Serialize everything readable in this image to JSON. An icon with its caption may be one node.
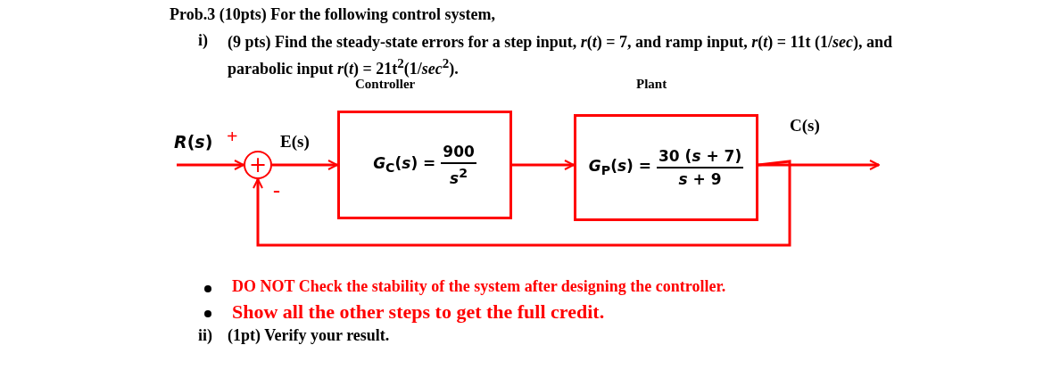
{
  "diagram": {
    "nodes": [
      {
        "text": [
          "+"
        ]
      },
      {
        "text": [
          "*G*$_{C}$(*s*) =",
          "900",
          "*s*$^{2}$"
        ],
        "beside": [
          "Controller"
        ]
      },
      {
        "text": [
          "*G*$_{P}$(*s*) =",
          "30 (*s* + 7)",
          "*s* + 9"
        ],
        "beside": [
          "Plant"
        ]
      }
    ],
    "edges": [
      {
        "from": null,
        "to": 0,
        "arrow": "to"
      },
      {
        "from": 0,
        "to": 1,
        "arrow": "to",
        "label": "E(s)"
      },
      {
        "from": 1,
        "to": 2,
        "arrow": "to"
      },
      {
        "from": 2,
        "to": null,
        "arrow": "to",
        "label": "C(s)"
      },
      {
        "from": 2,
        "to": 0,
        "arrow": "to"
      }
    ],
    "labels": [
      "Prob.3 (10pts) For the following control system,",
      "i)",
      "(9 pts) Find the steady-state errors for a step input, *r*(*t*) = 7, and ramp input, *r*(*t*) = 11t (1/*sec*), and parabolic input *r*(*t*) = 21t$^{2}$(1/*sec*$^{2}$).",
      "*R*(*s*)",
      "+",
      "-",
      "DO NOT Check the stability of the system after designing the controller.",
      "Show all the other steps to get the full credit.",
      "ii)",
      "(1pt) Verify your result."
    ]
  }
}
